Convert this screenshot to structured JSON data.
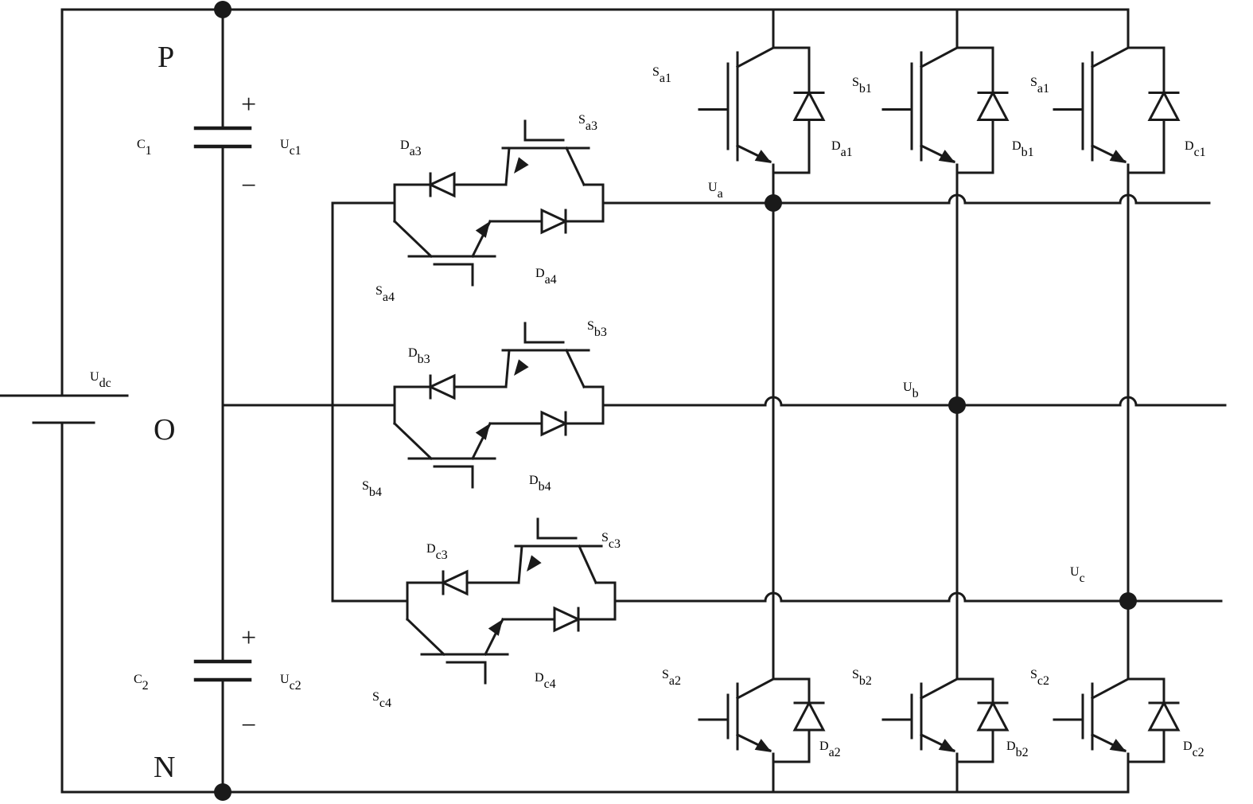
{
  "nodes": {
    "p": "P",
    "o": "O",
    "n": "N"
  },
  "source": {
    "main": "U",
    "sub": "dc"
  },
  "capacitors": [
    {
      "id": "c1",
      "name": "C",
      "name_sub": "1",
      "voltage": "U",
      "voltage_sub": "c1",
      "plus": "+",
      "minus": "−"
    },
    {
      "id": "c2",
      "name": "C",
      "name_sub": "2",
      "voltage": "U",
      "voltage_sub": "c2",
      "plus": "+",
      "minus": "−"
    }
  ],
  "bidirectional_switches": [
    {
      "id": "a",
      "s_top": {
        "main": "S",
        "sub": "a3"
      },
      "d_top": {
        "main": "D",
        "sub": "a3"
      },
      "s_bot": {
        "main": "S",
        "sub": "a4"
      },
      "d_bot": {
        "main": "D",
        "sub": "a4"
      }
    },
    {
      "id": "b",
      "s_top": {
        "main": "S",
        "sub": "b3"
      },
      "d_top": {
        "main": "D",
        "sub": "b3"
      },
      "s_bot": {
        "main": "S",
        "sub": "b4"
      },
      "d_bot": {
        "main": "D",
        "sub": "b4"
      }
    },
    {
      "id": "c",
      "s_top": {
        "main": "S",
        "sub": "c3"
      },
      "d_top": {
        "main": "D",
        "sub": "c3"
      },
      "s_bot": {
        "main": "S",
        "sub": "c4"
      },
      "d_bot": {
        "main": "D",
        "sub": "c4"
      }
    }
  ],
  "upper_switches": [
    {
      "s": {
        "main": "S",
        "sub": "a1"
      },
      "d": {
        "main": "D",
        "sub": "a1"
      }
    },
    {
      "s": {
        "main": "S",
        "sub": "b1"
      },
      "d": {
        "main": "D",
        "sub": "b1"
      }
    },
    {
      "s": {
        "main": "S",
        "sub": "a1"
      },
      "d": {
        "main": "D",
        "sub": "c1"
      }
    }
  ],
  "lower_switches": [
    {
      "s": {
        "main": "S",
        "sub": "a2"
      },
      "d": {
        "main": "D",
        "sub": "a2"
      }
    },
    {
      "s": {
        "main": "S",
        "sub": "b2"
      },
      "d": {
        "main": "D",
        "sub": "b2"
      }
    },
    {
      "s": {
        "main": "S",
        "sub": "c2"
      },
      "d": {
        "main": "D",
        "sub": "c2"
      }
    }
  ],
  "outputs": [
    {
      "main": "U",
      "sub": "a",
      "italic": true
    },
    {
      "main": "U",
      "sub": "b",
      "italic": false
    },
    {
      "main": "U",
      "sub": "c",
      "italic": false
    }
  ]
}
